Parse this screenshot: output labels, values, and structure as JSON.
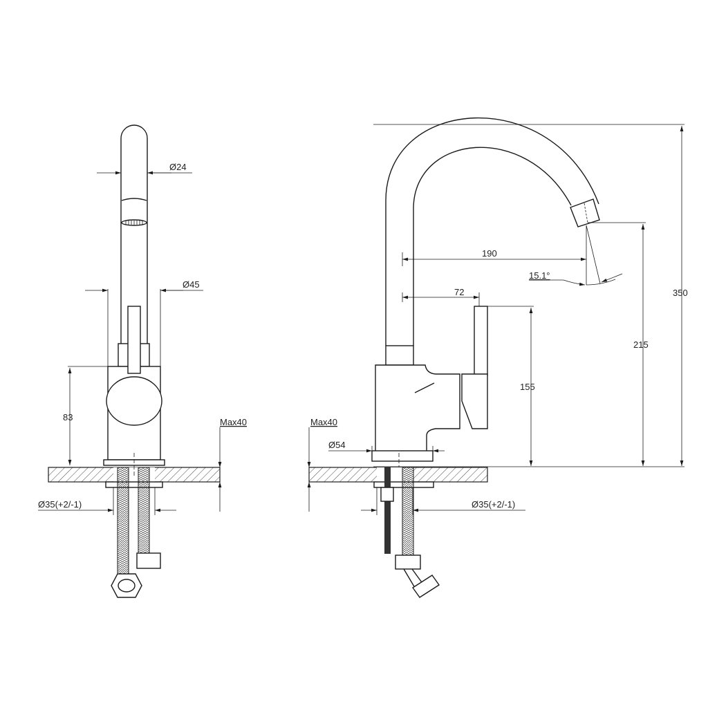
{
  "title": "Kitchen faucet technical drawing",
  "front_view": {
    "spout_diameter": "Ø24",
    "body_diameter": "Ø45",
    "handle_height": "83",
    "max_counter_thickness": "Max40",
    "mounting_hole": "Ø35(+2/-1)"
  },
  "side_view": {
    "max_counter_thickness": "Max40",
    "base_diameter": "Ø54",
    "spout_reach": "190",
    "handle_offset": "72",
    "spout_angle": "15.1°",
    "handle_top_height": "155",
    "outlet_height": "215",
    "total_height": "350",
    "mounting_hole": "Ø35(+2/-1)"
  },
  "colors": {
    "line": "#1a1a1a",
    "background": "#ffffff"
  }
}
